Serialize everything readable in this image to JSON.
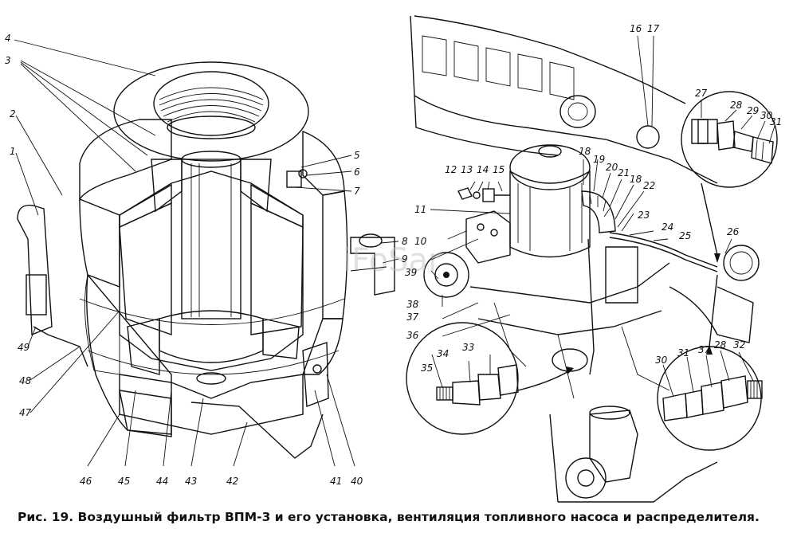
{
  "caption": "Рис. 19. Воздушный фильтр ВПМ-3 и его установка, вентиляция топливного насоса и распределителя.",
  "watermark": "iFoSar",
  "labels": {
    "n1": "1",
    "n2": "2",
    "n3": "3",
    "n4": "4",
    "n5": "5",
    "n6": "6",
    "n7": "7",
    "n8": "8",
    "n9": "9",
    "n10": "10",
    "n11": "11",
    "n12": "12",
    "n13": "13",
    "n14": "14",
    "n15": "15",
    "n16": "16",
    "n17": "17",
    "n18a": "18",
    "n18b": "18",
    "n19": "19",
    "n20": "20",
    "n21": "21",
    "n22": "22",
    "n23": "23",
    "n24": "24",
    "n25": "25",
    "n26": "26",
    "n27": "27",
    "n28a": "28",
    "n28b": "28",
    "n29": "29",
    "n30a": "30",
    "n30b": "30",
    "n31a": "31",
    "n31b": "31",
    "n32": "32",
    "n33": "33",
    "n34": "34",
    "n35": "35",
    "n36": "36",
    "n37": "37",
    "n38": "38",
    "n39": "39",
    "n40": "40",
    "n41": "41",
    "n42": "42",
    "n43": "43",
    "n44": "44",
    "n45": "45",
    "n46": "46",
    "n47": "47",
    "n48": "48",
    "n49": "49"
  }
}
